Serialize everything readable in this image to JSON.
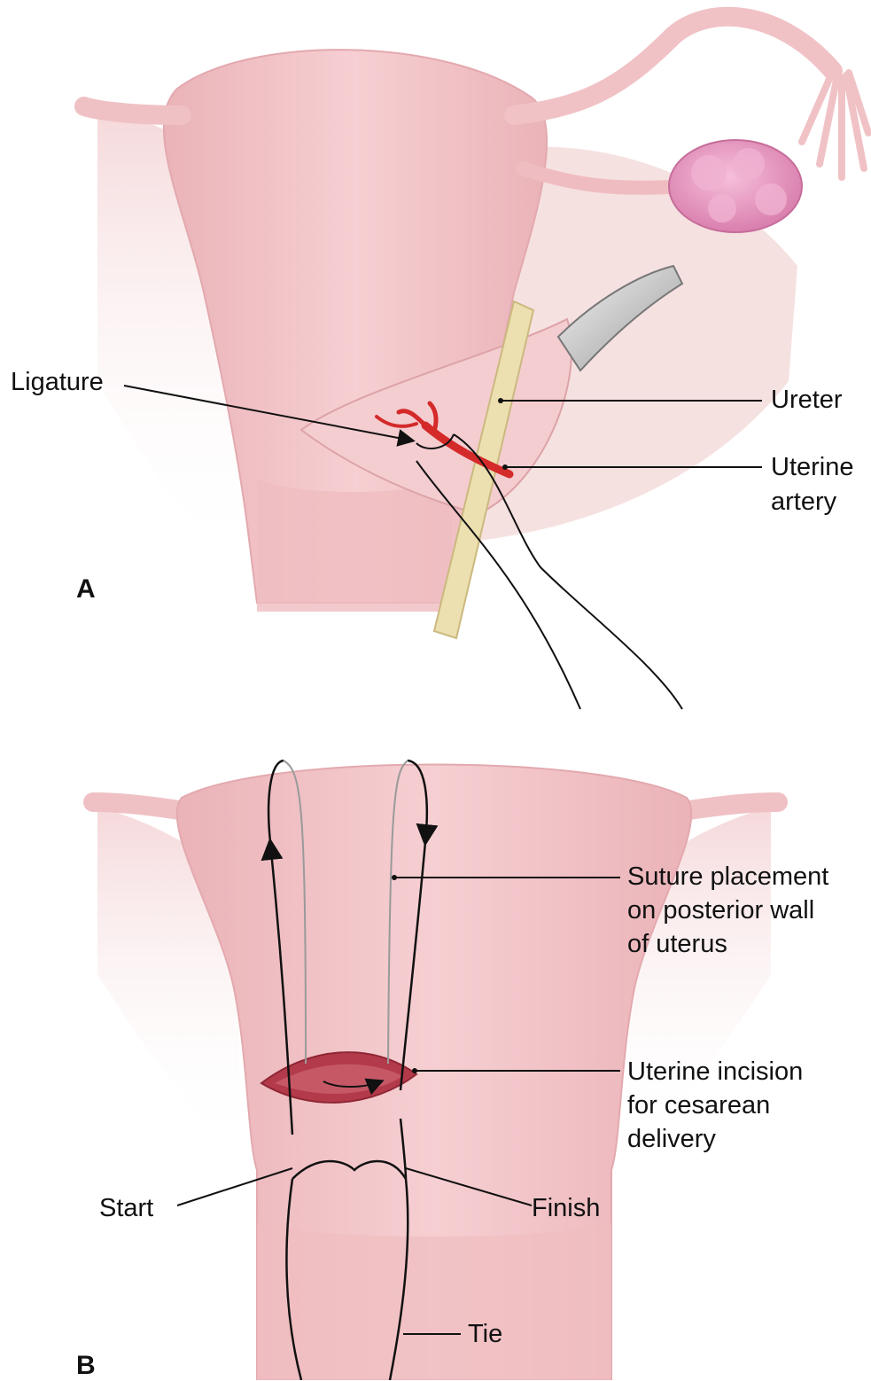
{
  "panel_a": {
    "letter": "A",
    "labels": {
      "ligature": "Ligature",
      "ureter": "Ureter",
      "uterine_artery_line1": "Uterine",
      "uterine_artery_line2": "artery"
    }
  },
  "panel_b": {
    "letter": "B",
    "labels": {
      "suture_line1": "Suture placement",
      "suture_line2": "on posterior wall",
      "suture_line3": "of uterus",
      "incision_line1": "Uterine incision",
      "incision_line2": "for cesarean",
      "incision_line3": "delivery",
      "start": "Start",
      "finish": "Finish",
      "tie": "Tie"
    }
  },
  "colors": {
    "uterus_tissue": "#f2c3c6",
    "ligament": "#f6dcdc",
    "ovary": "#e89ac0",
    "artery": "#d42a2a",
    "ureter": "#ecdfb0",
    "incision": "#b33a4a",
    "suture": "#111111"
  }
}
